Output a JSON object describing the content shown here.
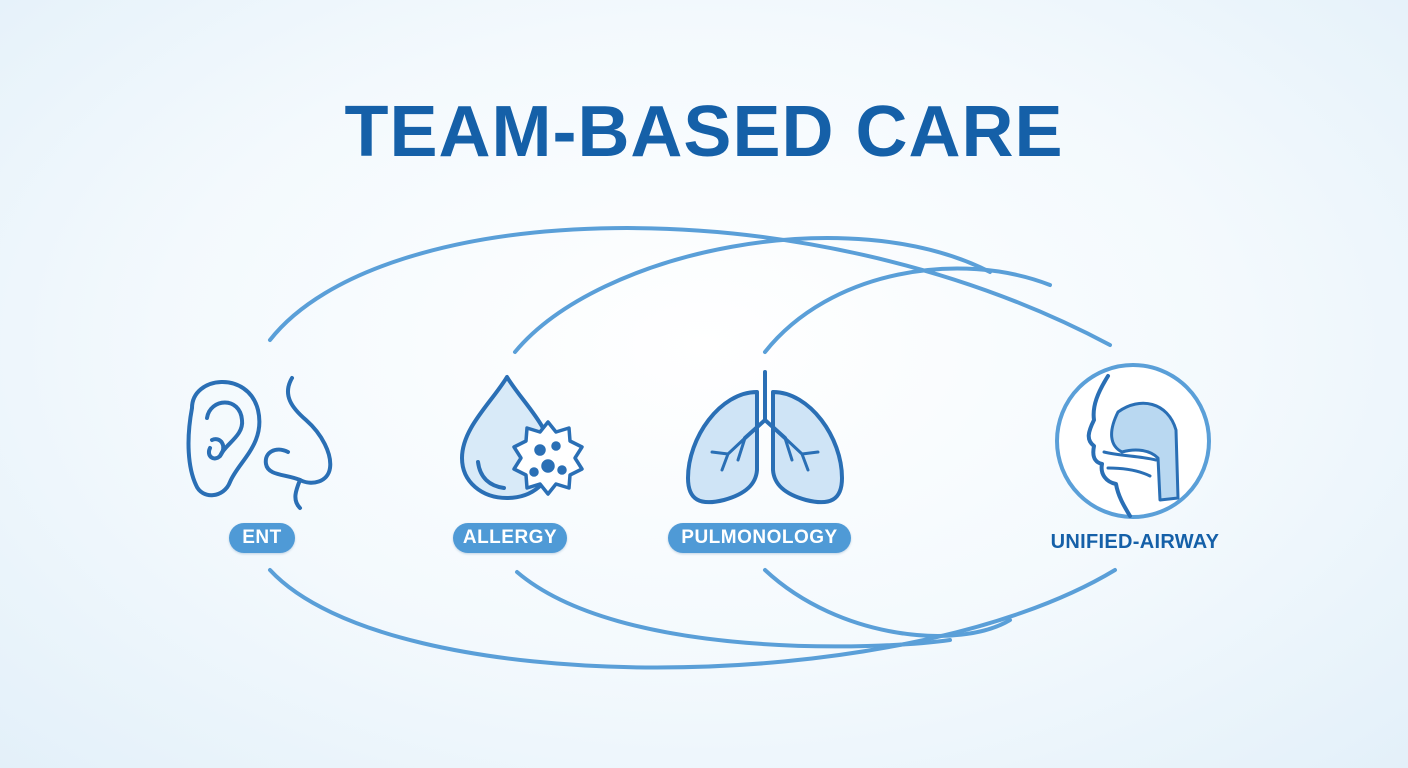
{
  "title": "TEAM-BASED CARE",
  "nodes": {
    "ent": {
      "label": "ENT",
      "icons": [
        "ear-icon",
        "nose-icon"
      ]
    },
    "allergy": {
      "label": "ALLERGY",
      "icons": [
        "water-drop-icon",
        "allergen-icon"
      ]
    },
    "pulmonology": {
      "label": "PULMONOLOGY",
      "icons": [
        "lungs-icon"
      ]
    },
    "unified_airway": {
      "label": "UNIFIED-AIRWAY",
      "icons": [
        "airway-head-icon"
      ]
    }
  },
  "colors": {
    "title": "#1560a8",
    "connector": "#5a9fd8",
    "icon_stroke": "#2a6fb5",
    "icon_fill": "#c9e1f5",
    "pill": "#4f9ad6"
  }
}
